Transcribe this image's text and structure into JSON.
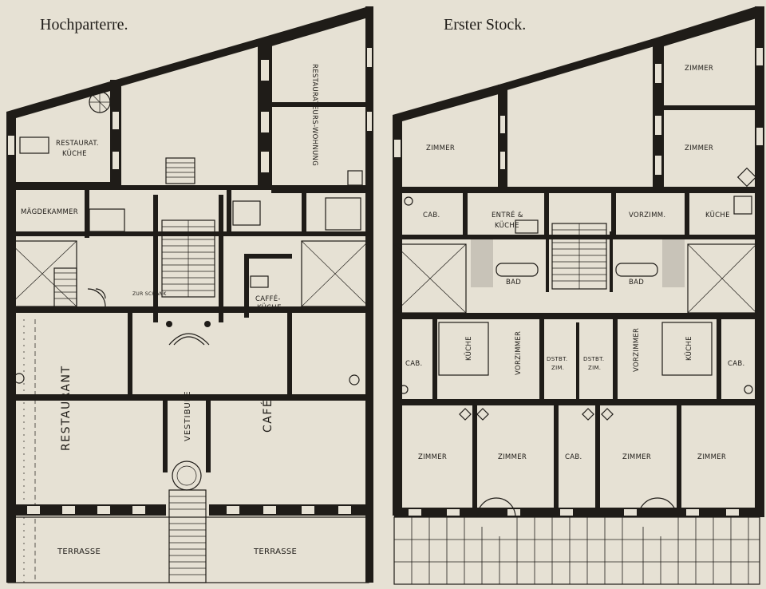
{
  "titles": {
    "left": "Hochparterre.",
    "right": "Erster Stock."
  },
  "left_plan": {
    "restaurat_kueche_1": "RESTAURAT.",
    "restaurat_kueche_2": "KÜCHE",
    "restaurateurs_wohnung": "RESTAURATEURS-WOHNUNG",
    "maegdekammer": "MÄGDEKAMMER",
    "zur_schank": "ZUR SCHANK",
    "caffe_kueche_1": "CAFFÉ-",
    "caffe_kueche_2": "KÜCHE",
    "restaurant": "RESTAURANT",
    "vestibule": "VESTIBULE",
    "cafe": "CAFÉ",
    "terrasse_left": "TERRASSE",
    "terrasse_right": "TERRASSE"
  },
  "right_plan": {
    "zimmer_nw": "ZIMMER",
    "zimmer_ne_top": "ZIMMER",
    "zimmer_ne": "ZIMMER",
    "cab_1": "CAB.",
    "entre_kueche_1": "ENTRÉ &",
    "entre_kueche_2": "KÜCHE",
    "vorzimm": "VORZIMM.",
    "kueche_ne": "KÜCHE",
    "bad_left": "BAD",
    "bad_right": "BAD",
    "cab_left": "CAB.",
    "kueche_left": "KÜCHE",
    "vorzimmer_left": "VORZIMMER",
    "dstbt_1a": "DSTBT.",
    "dstbt_1b": "ZIM.",
    "dstbt_2a": "DSTBT.",
    "dstbt_2b": "ZIM.",
    "vorzimmer_right": "VORZIMMER",
    "kueche_right": "KÜCHE",
    "cab_right": "CAB.",
    "zimmer_s1": "ZIMMER",
    "zimmer_s2": "ZIMMER",
    "cab_s": "CAB.",
    "zimmer_s3": "ZIMMER",
    "zimmer_s4": "ZIMMER"
  }
}
